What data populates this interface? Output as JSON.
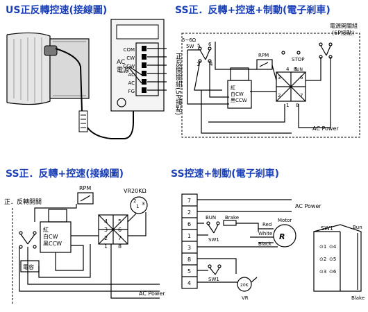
{
  "titles": {
    "us": "US正反轉控速(接線圖)",
    "ss_brake": "SS正．反轉+控速+制動(電子剎車)",
    "ss": "SS正．反轉+控速(接線圖)",
    "ss_speed_brake": "SS控速+制動(電子剎車)"
  },
  "us_diagram": {
    "terminals": [
      "COM",
      "CW",
      "CCW",
      "AC",
      "AC",
      "FG"
    ],
    "ac_label": "AC",
    "power_label": "電源"
  },
  "ssb_diagram": {
    "resistor": "5~6Ω",
    "resistor_watt": "5W",
    "switch_group": "正反開關組(5P接點)",
    "power_switch_group": "電源開關組",
    "power_switch_sub": "(6P接點)",
    "rpm": "RPM",
    "stop": "STOP",
    "run": "RUN",
    "red": "紅",
    "white_cw": "白CW",
    "black_ccw": "黑CCW",
    "ac_power": "AC Power"
  },
  "ss_diagram": {
    "fwd_rev_switch": "正．反轉開關",
    "rpm": "RPM",
    "vr": "VR20KΩ",
    "red": "紅",
    "white_cw": "白CW",
    "black_ccw": "黑CCW",
    "capacitor": "電容",
    "ac_power": "AC Power"
  },
  "ssc_diagram": {
    "terminal_numbers": [
      "7",
      "2",
      "6",
      "1",
      "3",
      "8",
      "5",
      "4"
    ],
    "ac_power": "AC Power",
    "bun": "BUN",
    "brake": "Brake",
    "sw1": "SW1",
    "red": "Red",
    "white": "White",
    "black": "Black",
    "motor": "Motor",
    "vr": "VR",
    "vr_value": "20K",
    "switch_label": "SW1",
    "run_label": "Bun",
    "brake_label": "Blake"
  }
}
